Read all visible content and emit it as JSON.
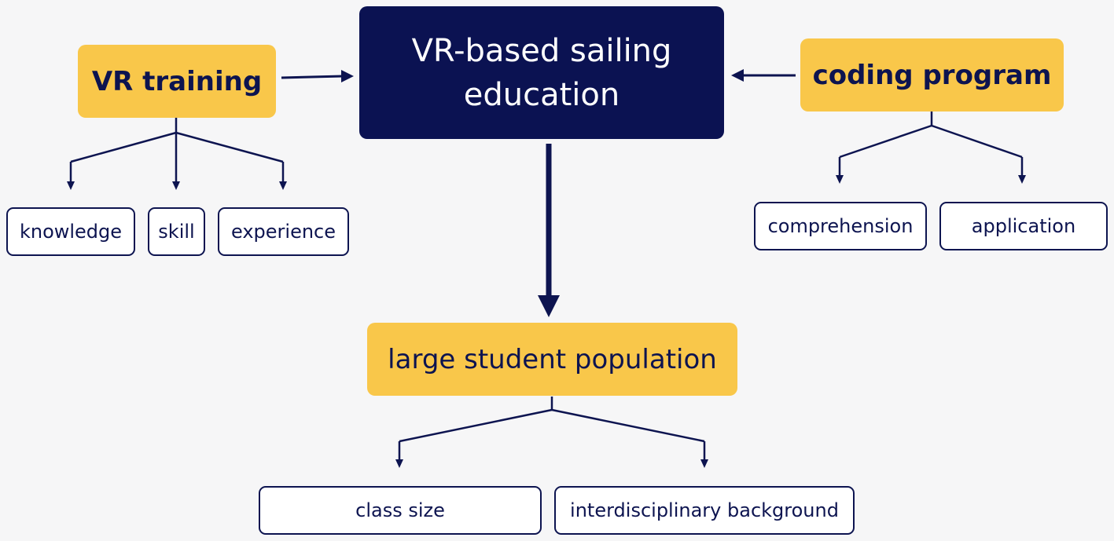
{
  "diagram": {
    "center": {
      "label": "VR-based sailing education"
    },
    "left_parent": {
      "label": "VR training",
      "children": [
        "knowledge",
        "skill",
        "experience"
      ]
    },
    "right_parent": {
      "label": "coding program",
      "children": [
        "comprehension",
        "application"
      ]
    },
    "bottom_parent": {
      "label": "large student population",
      "children": [
        "class size",
        "interdisciplinary background"
      ]
    }
  },
  "colors": {
    "navy": "#0b1252",
    "yellow": "#f9c74a",
    "background": "#f6f6f7"
  }
}
